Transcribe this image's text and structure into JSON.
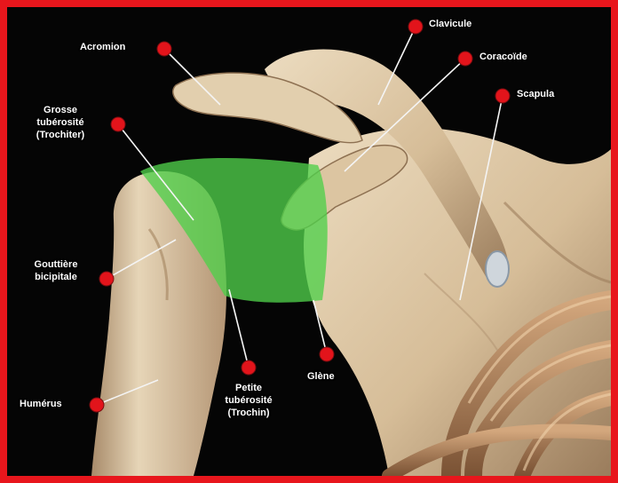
{
  "colors": {
    "frame": "#e8161c",
    "background": "#050505",
    "bone": "#d9c3a2",
    "bone_shadow": "#8f7558",
    "highlight": "#4fd04a",
    "dot": "#e2141b",
    "label_text": "#ffffff"
  },
  "labels": {
    "acromion": "Acromion",
    "clavicule": "Clavicule",
    "coracoide": "Coracoïde",
    "scapula": "Scapula",
    "grosse_tuberosite": "Grosse\ntubérosité\n(Trochiter)",
    "gouttiere": "Gouttière\nbicipitale",
    "humerus": "Humérus",
    "petite_tuberosite": "Petite\ntubérosité\n(Trochin)",
    "glene": "Glène"
  }
}
